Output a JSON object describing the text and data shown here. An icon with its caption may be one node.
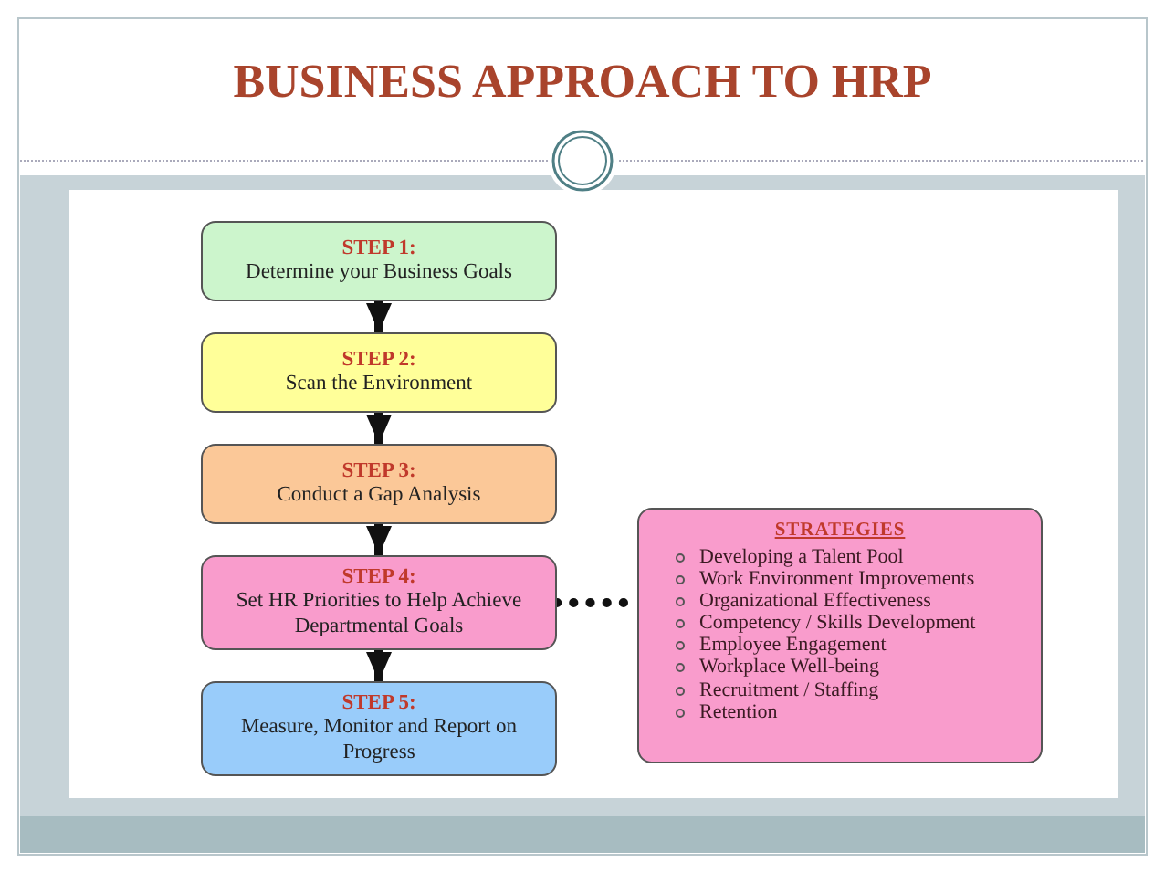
{
  "diagram": {
    "title": "BUSINESS APPROACH TO HRP",
    "nodes": [
      {
        "text": [
          "STEP 1:",
          "Determine your Business Goals"
        ]
      },
      {
        "text": [
          "STEP 2:",
          "Scan the Environment"
        ]
      },
      {
        "text": [
          "STEP 3:",
          "Conduct a Gap Analysis"
        ]
      },
      {
        "text": [
          "STEP 4:",
          "Set HR Priorities to Help Achieve Departmental Goals"
        ]
      },
      {
        "text": [
          "STEP 5:",
          "Measure, Monitor and Report on Progress"
        ]
      },
      {
        "text": [
          "STRATEGIES",
          "Developing a Talent Pool",
          "Work Environment Improvements",
          "Organizational Effectiveness",
          "Competency / Skills Development",
          "Employee Engagement",
          "Workplace Well-being",
          "Recruitment / Staffing",
          "Retention"
        ]
      }
    ],
    "edges": [
      {
        "from": 0,
        "to": 1,
        "arrow": "to"
      },
      {
        "from": 1,
        "to": 2,
        "arrow": "to"
      },
      {
        "from": 2,
        "to": 3,
        "arrow": "to"
      },
      {
        "from": 3,
        "to": 4,
        "arrow": "to"
      },
      {
        "from": 3,
        "to": 5,
        "arrow": "none",
        "style": "dashed"
      }
    ]
  }
}
